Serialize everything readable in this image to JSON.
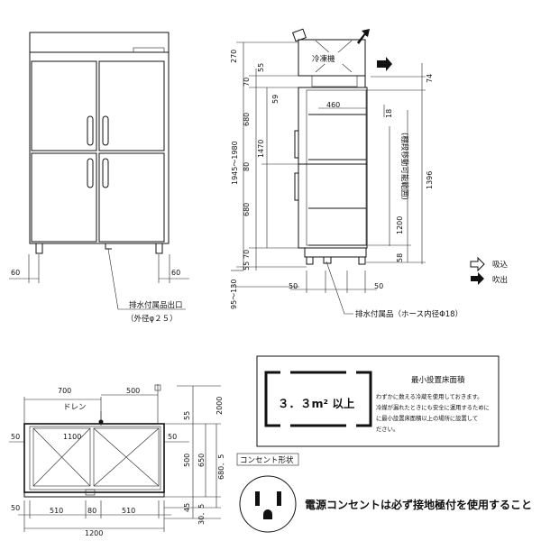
{
  "front_view": {
    "dim_60_left": "60",
    "dim_60_right": "60"
  },
  "side_view": {
    "cooling_label": "冷凍機",
    "dims_left": [
      "270",
      "55",
      "70",
      "59",
      "680",
      "1470",
      "1945～1980",
      "80",
      "680",
      "70",
      "55",
      "95～130"
    ],
    "dim_460": "460",
    "dim_18": "18",
    "dim_74": "74",
    "shelf_range_label": "(棚段移動可能範囲)",
    "dim_1396": "1396",
    "dim_1200": "1200",
    "dim_58": "58",
    "dim_50_left": "50",
    "dim_50_right": "50"
  },
  "legend": {
    "intake_label": "吸込",
    "exhaust_label": "吹出"
  },
  "drain_labels": {
    "drain_outlet": "排水付属品出口",
    "outer_diameter": "（外径φ２５）",
    "hose": "排水付属品（ホース内径Φ18）"
  },
  "plan_view": {
    "dim_700": "700",
    "dim_500": "500",
    "drain_label": "ドレン",
    "dim_1100": "1100",
    "dim_50_a": "50",
    "dim_50_b": "50",
    "dim_50_c": "50",
    "dim_2000": "2000",
    "dim_55": "55",
    "dim_500_v": "500",
    "dim_650": "650",
    "dim_680_5": "680．5",
    "dim_30_5": "30．5",
    "dim_45": "45",
    "dim_510_left": "510",
    "dim_80": "80",
    "dim_510_right": "510",
    "dim_1200": "1200"
  },
  "min_floor": {
    "title": "最小設置床面積",
    "value": "３．３m² 以上",
    "notes": [
      "わずかに数える冷蔵を使用しておきます。",
      "冷媒が漏れたときにも安全に運用するために",
      "に最小設置床面積以上の場所に設置して",
      "ださい。"
    ]
  },
  "outlet": {
    "shape_label": "コンセント形状",
    "warning": "電源コンセントは必ず接地極付を使用すること"
  }
}
